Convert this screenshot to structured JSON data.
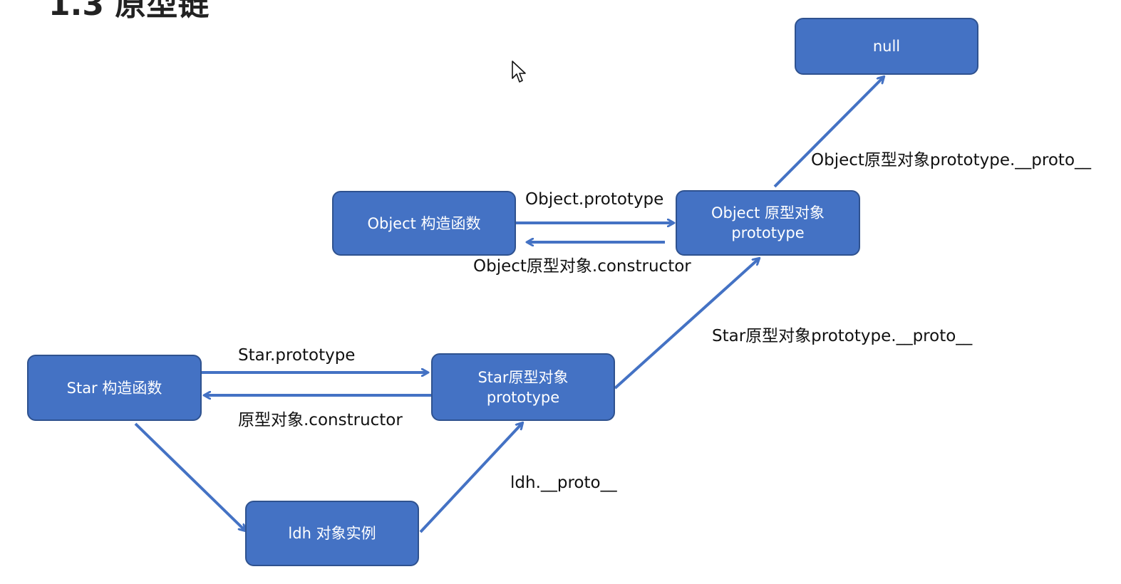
{
  "page_title": "1.3 原型链",
  "colors": {
    "node_fill": "#4472c4",
    "node_border": "#2f528f",
    "arrow": "#4472c4",
    "text": "#111111"
  },
  "nodes": {
    "null_node": {
      "label": "null"
    },
    "object_constructor": {
      "label": "Object 构造函数"
    },
    "object_prototype": {
      "line1": "Object 原型对象",
      "line2": "prototype"
    },
    "star_constructor": {
      "label": "Star 构造函数"
    },
    "star_prototype": {
      "line1": "Star原型对象",
      "line2": "prototype"
    },
    "ldh_instance": {
      "label": "ldh 对象实例"
    }
  },
  "edge_labels": {
    "object_proto_to_null": "Object原型对象prototype.__proto__",
    "object_prototype": "Object.prototype",
    "object_constructor_back": "Object原型对象.constructor",
    "star_proto_to_object": "Star原型对象prototype.__proto__",
    "star_prototype": "Star.prototype",
    "star_constructor_back": "原型对象.constructor",
    "ldh_proto": "ldh.__proto__"
  },
  "cursor_icon": "mouse-pointer-icon"
}
